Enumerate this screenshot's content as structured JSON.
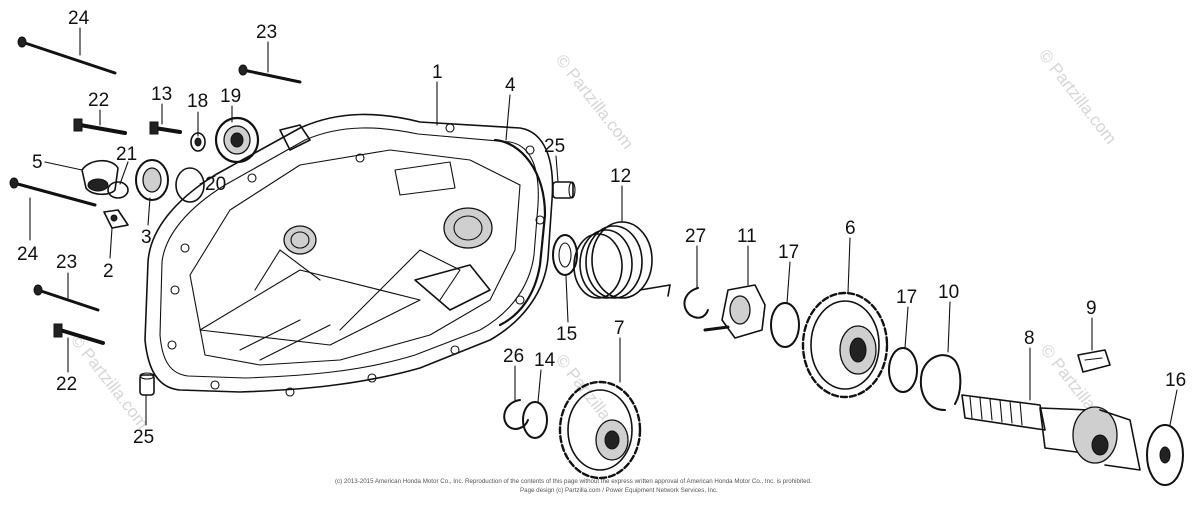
{
  "diagram": {
    "callouts": [
      {
        "id": "c24a",
        "text": "24"
      },
      {
        "id": "c23a",
        "text": "23"
      },
      {
        "id": "c22a",
        "text": "22"
      },
      {
        "id": "c13",
        "text": "13"
      },
      {
        "id": "c18",
        "text": "18"
      },
      {
        "id": "c19",
        "text": "19"
      },
      {
        "id": "c1",
        "text": "1"
      },
      {
        "id": "c4",
        "text": "4"
      },
      {
        "id": "c5",
        "text": "5"
      },
      {
        "id": "c21",
        "text": "21"
      },
      {
        "id": "c20",
        "text": "20"
      },
      {
        "id": "c3",
        "text": "3"
      },
      {
        "id": "c2",
        "text": "2"
      },
      {
        "id": "c24b",
        "text": "24"
      },
      {
        "id": "c23b",
        "text": "23"
      },
      {
        "id": "c22b",
        "text": "22"
      },
      {
        "id": "c25a",
        "text": "25"
      },
      {
        "id": "c25b",
        "text": "25"
      },
      {
        "id": "c12",
        "text": "12"
      },
      {
        "id": "c15",
        "text": "15"
      },
      {
        "id": "c27",
        "text": "27"
      },
      {
        "id": "c11",
        "text": "11"
      },
      {
        "id": "c17a",
        "text": "17"
      },
      {
        "id": "c6",
        "text": "6"
      },
      {
        "id": "c17b",
        "text": "17"
      },
      {
        "id": "c10",
        "text": "10"
      },
      {
        "id": "c9",
        "text": "9"
      },
      {
        "id": "c8",
        "text": "8"
      },
      {
        "id": "c16",
        "text": "16"
      },
      {
        "id": "c26",
        "text": "26"
      },
      {
        "id": "c14",
        "text": "14"
      },
      {
        "id": "c7",
        "text": "7"
      }
    ],
    "watermarks": [
      "© Partzilla.com",
      "© Partzilla.com",
      "© Partzilla.com",
      "© Partzilla.com",
      "© Partzilla.com"
    ],
    "copyright_line1": "(c) 2013-2015 American Honda Motor Co., Inc. Reproduction of the contents of this page without the express written approval of American Honda Motor Co., Inc. is prohibited.",
    "copyright_line2": "Page design (c) Partzilla.com / Power Equipment Network Services, Inc."
  }
}
